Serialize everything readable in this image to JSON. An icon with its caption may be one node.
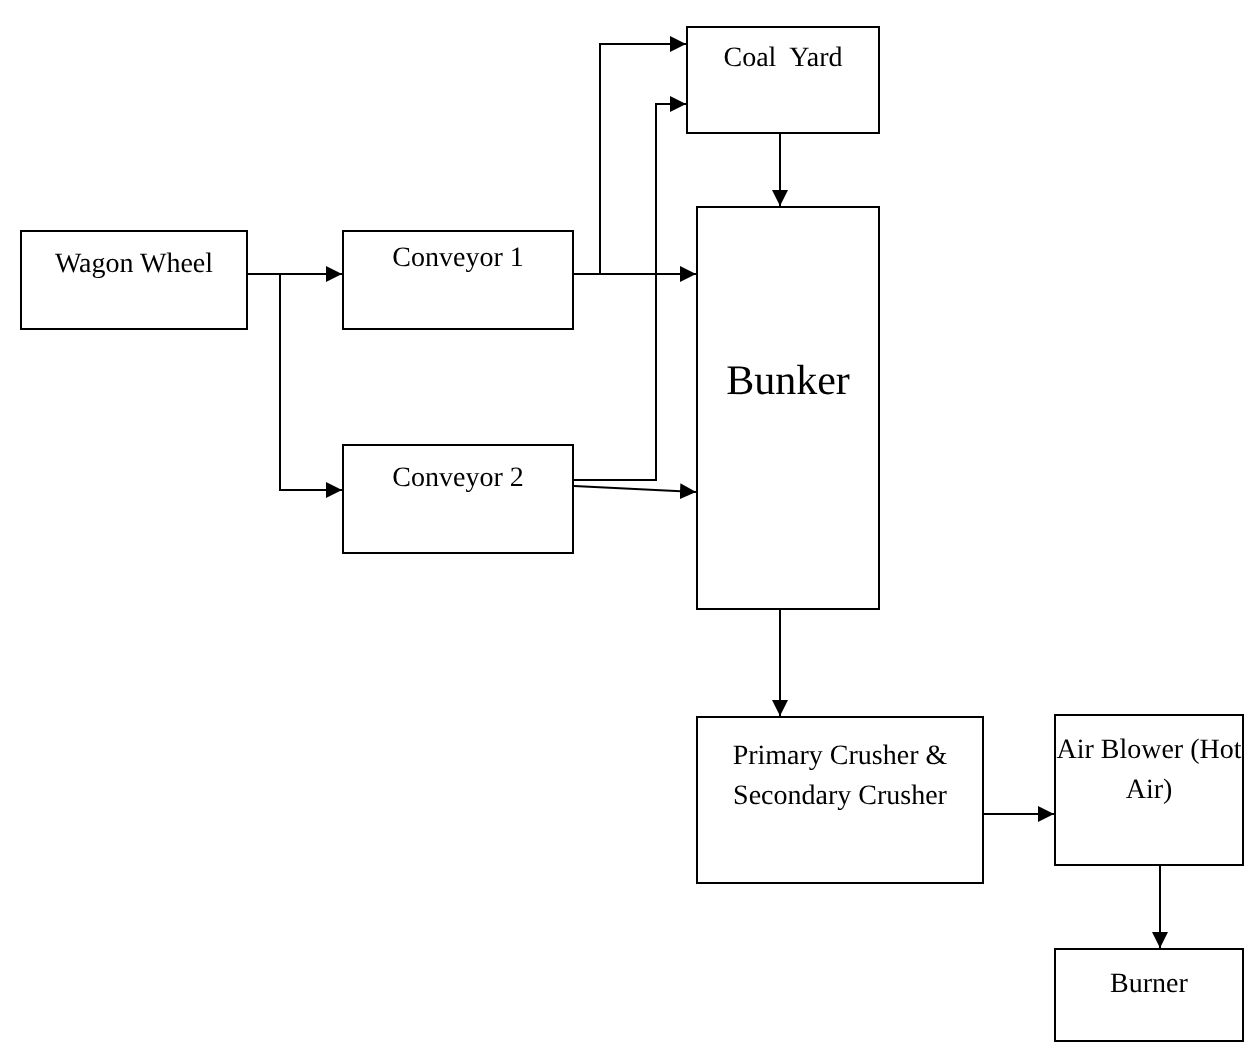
{
  "diagram": {
    "nodes": [
      {
        "text": [
          "Wagon Wheel"
        ]
      },
      {
        "text": [
          "Conveyor 1"
        ]
      },
      {
        "text": [
          "Conveyor 2"
        ]
      },
      {
        "text": [
          "Coal  Yard"
        ]
      },
      {
        "text": [
          "Bunker"
        ]
      },
      {
        "text": [
          "Primary Crusher & Secondary Crusher"
        ]
      },
      {
        "text": [
          "Air Blower (Hot Air)"
        ]
      },
      {
        "text": [
          "Burner"
        ]
      }
    ],
    "edges": [
      {
        "from": 0,
        "to": 1,
        "arrow": "to"
      },
      {
        "from": 0,
        "to": 2,
        "arrow": "to"
      },
      {
        "from": 1,
        "to": 3,
        "arrow": "to"
      },
      {
        "from": 1,
        "to": 4,
        "arrow": "to"
      },
      {
        "from": 2,
        "to": 3,
        "arrow": "to"
      },
      {
        "from": 2,
        "to": 4,
        "arrow": "to"
      },
      {
        "from": 3,
        "to": 4,
        "arrow": "to"
      },
      {
        "from": 4,
        "to": 5,
        "arrow": "to"
      },
      {
        "from": 5,
        "to": 6,
        "arrow": "to"
      },
      {
        "from": 6,
        "to": 7,
        "arrow": "to"
      }
    ]
  }
}
